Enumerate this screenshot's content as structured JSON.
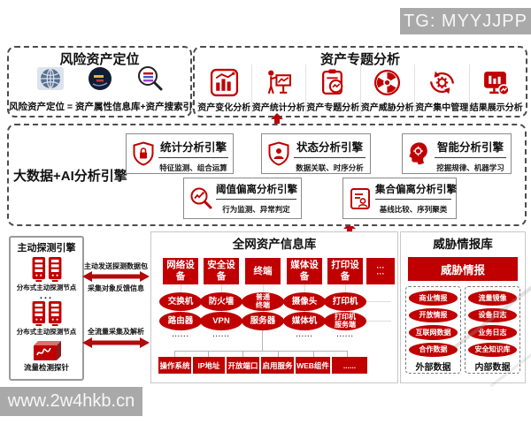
{
  "badges": {
    "tg": "TG: MYYJJPP",
    "site": "www.2w4hkb.cn"
  },
  "colors": {
    "accent_red": "#c00000",
    "badge_gray": "#a9a9a9"
  },
  "risk_section": {
    "title": "风险资产定位",
    "icons": [
      "globe-icon",
      "asset-disc-icon",
      "search-list-icon"
    ],
    "formula": "风险资产定位 = 资产属性信息库+资产搜索引擎"
  },
  "topic_section": {
    "title": "资产专题分析",
    "items": [
      {
        "label": "资产变化分析",
        "icon": "bar-chart-icon"
      },
      {
        "label": "资产统计分析",
        "icon": "presenter-icon"
      },
      {
        "label": "资产专题分析",
        "icon": "clipboard-chart-icon"
      },
      {
        "label": "资产威胁分析",
        "icon": "radiation-icon"
      },
      {
        "label": "资产集中管理",
        "icon": "gear-cycle-icon"
      },
      {
        "label": "结果展示分析",
        "icon": "monitor-chart-icon"
      }
    ]
  },
  "engine_section": {
    "label": "大数据+AI分析引擎",
    "engines": [
      {
        "title": "统计分析引擎",
        "subtitle": "特征监测、组合运算",
        "icon": "shield-lock-icon"
      },
      {
        "title": "状态分析引擎",
        "subtitle": "数据关联、时序分析",
        "icon": "shield-user-icon"
      },
      {
        "title": "智能分析引擎",
        "subtitle": "挖掘规律、机器学习",
        "icon": "ai-head-icon"
      },
      {
        "title": "阈值偏离分析引擎",
        "subtitle": "行为监测、异常判定",
        "icon": "magnifier-chart-icon"
      },
      {
        "title": "集合偏离分析引擎",
        "subtitle": "基线比较、序列聚类",
        "icon": "doc-user-icon"
      }
    ],
    "more": "......"
  },
  "probe_section": {
    "title": "主动探测引擎",
    "node1": "分布式主动探测节点",
    "dots": "...",
    "node2": "分布式主动探测节点",
    "probe": "流量检测探针",
    "arrow1_top": "主动发送探测数据包",
    "arrow1_bottom": "采集对象反馈信息",
    "arrow2_top": "全流量采集及解析"
  },
  "asset_db": {
    "title": "全网资产信息库",
    "headers": [
      "网络设备",
      "安全设备",
      "终端",
      "媒体设备",
      "打印设备",
      "···\n···"
    ],
    "row1": [
      "交换机",
      "防火墙",
      "普通\n终端",
      "摄像头",
      "打印机"
    ],
    "row2": [
      "路由器",
      "VPN",
      "服务器",
      "媒体机",
      "打印机\n服务端"
    ],
    "col_dots": "......",
    "attributes": [
      "操作系统",
      "IP地址",
      "开放端口",
      "启用服务",
      "WEB组件",
      "......"
    ]
  },
  "threat_db": {
    "title": "威胁情报库",
    "banner": "威胁情报",
    "external": {
      "label": "外部数据",
      "items": [
        "商业情报",
        "开放情报",
        "互联网数据",
        "合作数据"
      ]
    },
    "internal": {
      "label": "内部数据",
      "items": [
        "流量镜像",
        "设备日志",
        "业务日志",
        "安全知识库"
      ]
    }
  }
}
